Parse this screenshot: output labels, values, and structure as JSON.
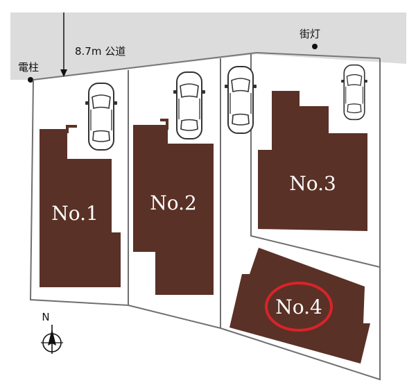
{
  "road": {
    "label": "8.7m 公道"
  },
  "landmarks": {
    "pole": "電柱",
    "streetlight": "街灯"
  },
  "lots": [
    {
      "label": "No.1",
      "highlighted": false
    },
    {
      "label": "No.2",
      "highlighted": false
    },
    {
      "label": "No.3",
      "highlighted": false
    },
    {
      "label": "No.4",
      "highlighted": true
    }
  ],
  "compass": {
    "label": "N"
  },
  "colors": {
    "building": "#5a3126",
    "road": "#dcdcdc",
    "outline": "#6f6f6f",
    "highlight": "#d8232a"
  }
}
